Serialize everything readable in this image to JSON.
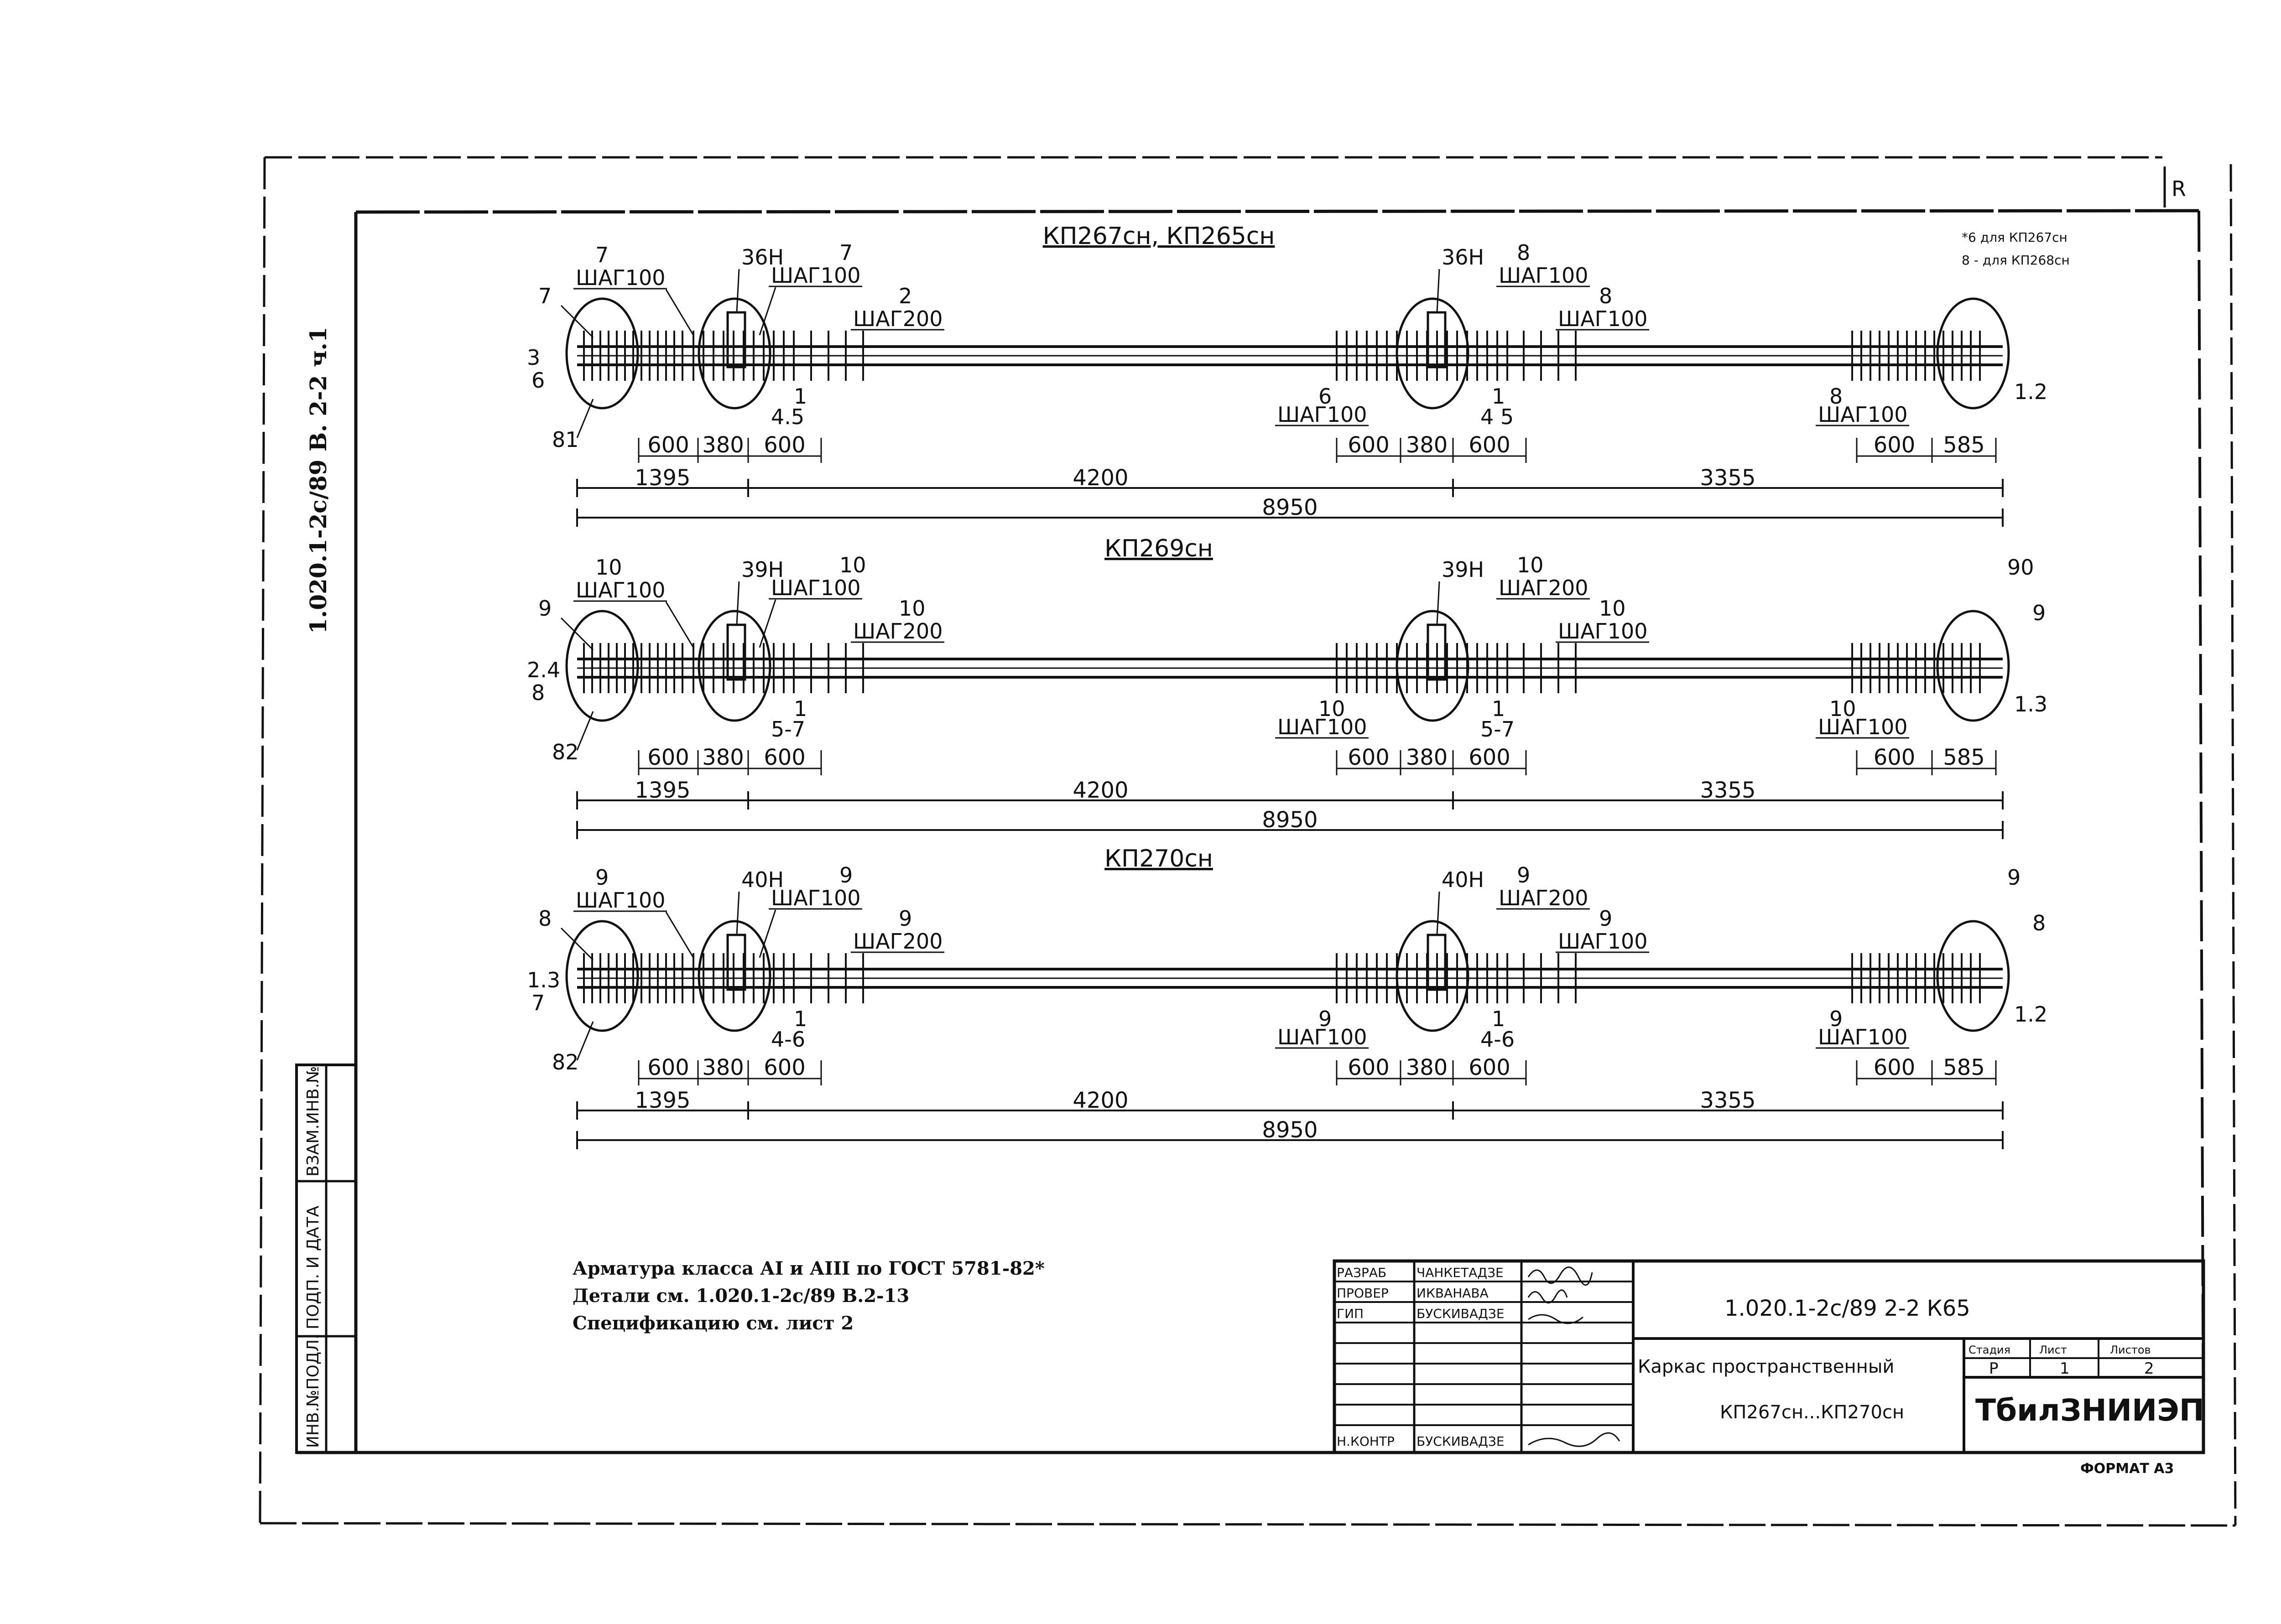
{
  "sheet_code_vertical": "1.020.1-2с/89 В. 2-2 ч.1",
  "corner_mark": "R",
  "frames": [
    {
      "title": "КП267сн, КП265сн",
      "note_lines": [
        "*6 для КП267сн",
        "8 - для КП268сн"
      ],
      "mesh_tags": {
        "left": "36Н",
        "mid": "36Н"
      },
      "bars_left": [
        "7",
        "3",
        "6",
        "81"
      ],
      "bars_right": [
        "1.2"
      ],
      "step_labels": {
        "a": "ШАГ100",
        "b": "ШАГ100",
        "c": "ШАГ200",
        "d": "ШАГ100",
        "e": "ШАГ100",
        "f": "ШАГ100",
        "g": "ШАГ100"
      },
      "pos_labels": {
        "p1": "7",
        "p2": "7",
        "p3": "2",
        "p4": "8",
        "p5": "8",
        "p6": "6",
        "p7": "8",
        "p8": "1",
        "p9": "4.5",
        "p10": "1",
        "p11": "4 5"
      },
      "dims_small_left": [
        "600",
        "380",
        "600"
      ],
      "dims_small_mid": [
        "600",
        "380",
        "600"
      ],
      "dims_small_right": [
        "600",
        "585"
      ],
      "dims_main": [
        "1395",
        "4200",
        "3355"
      ],
      "dim_total": "8950"
    },
    {
      "title": "КП269сн",
      "mesh_tags": {
        "left": "39Н",
        "mid": "39Н"
      },
      "bars_left": [
        "9",
        "2.4",
        "8",
        "82"
      ],
      "bars_right": [
        "90",
        "9",
        "1.3"
      ],
      "step_labels": {
        "a": "ШАГ100",
        "b": "ШАГ100",
        "c": "ШАГ200",
        "d": "ШАГ100",
        "e": "ШАГ200",
        "f": "ШАГ100",
        "g": "ШАГ100"
      },
      "pos_labels": {
        "p1": "10",
        "p2": "10",
        "p3": "10",
        "p4": "10",
        "p5": "10",
        "p6": "10",
        "p7": "10",
        "p8": "1",
        "p9": "5-7",
        "p10": "1",
        "p11": "5-7"
      },
      "dims_small_left": [
        "600",
        "380",
        "600"
      ],
      "dims_small_mid": [
        "600",
        "380",
        "600"
      ],
      "dims_small_right": [
        "600",
        "585"
      ],
      "dims_main": [
        "1395",
        "4200",
        "3355"
      ],
      "dim_total": "8950"
    },
    {
      "title": "КП270сн",
      "mesh_tags": {
        "left": "40Н",
        "mid": "40Н"
      },
      "bars_left": [
        "8",
        "1.3",
        "7",
        "82"
      ],
      "bars_right": [
        "9",
        "8",
        "1.2"
      ],
      "step_labels": {
        "a": "ШАГ100",
        "b": "ШАГ100",
        "c": "ШАГ200",
        "d": "ШАГ100",
        "e": "ШАГ200",
        "f": "ШАГ100",
        "g": "ШАГ100"
      },
      "pos_labels": {
        "p1": "9",
        "p2": "9",
        "p3": "9",
        "p4": "9",
        "p5": "9",
        "p6": "9",
        "p7": "9",
        "p8": "1",
        "p9": "4-6",
        "p10": "1",
        "p11": "4-6"
      },
      "dims_small_left": [
        "600",
        "380",
        "600"
      ],
      "dims_small_mid": [
        "600",
        "380",
        "600"
      ],
      "dims_small_right": [
        "600",
        "585"
      ],
      "dims_main": [
        "1395",
        "4200",
        "3355"
      ],
      "dim_total": "8950"
    }
  ],
  "notes": [
    "Арматура класса АI и АIII по ГОСТ 5781-82*",
    "Детали см. 1.020.1-2с/89 В.2-13",
    "Спецификацию см. лист 2"
  ],
  "side_stamp": [
    "ИНВ.№ПОДЛ.",
    "ПОДП. И ДАТА",
    "ВЗАМ.ИНВ.№"
  ],
  "title_block": {
    "signatures": [
      {
        "role": "РАЗРАБ",
        "name": "ЧАНКЕТАДЗЕ"
      },
      {
        "role": "ПРОВЕР",
        "name": "ИКВАНАВА"
      },
      {
        "role": "ГИП",
        "name": "БУСКИВАДЗЕ"
      },
      {
        "role": "Н.КОНТР",
        "name": "БУСКИВАДЗЕ"
      }
    ],
    "doc_code": "1.020.1-2с/89 2-2 К65",
    "object_name_1": "Каркас пространственный",
    "object_name_2": "КП267сн...КП270сн",
    "col_stage": "Стадия",
    "col_sheet": "Лист",
    "col_sheets": "Листов",
    "val_stage": "Р",
    "val_sheet": "1",
    "val_sheets": "2",
    "organization": "ТбилЗНИИЭП",
    "format": "ФОРМАТ А3"
  }
}
